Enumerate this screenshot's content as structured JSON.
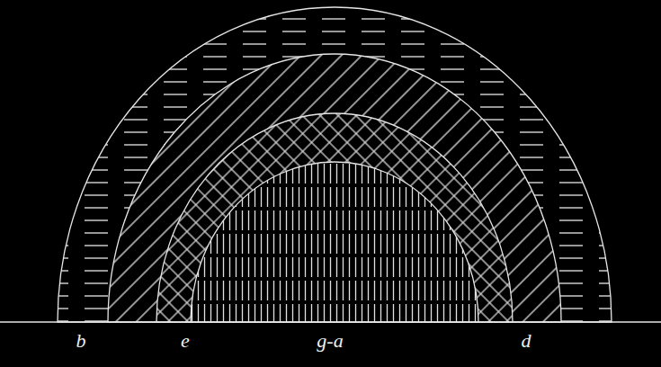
{
  "diagram": {
    "labels": [
      "b",
      "e",
      "g-a",
      "d"
    ]
  }
}
